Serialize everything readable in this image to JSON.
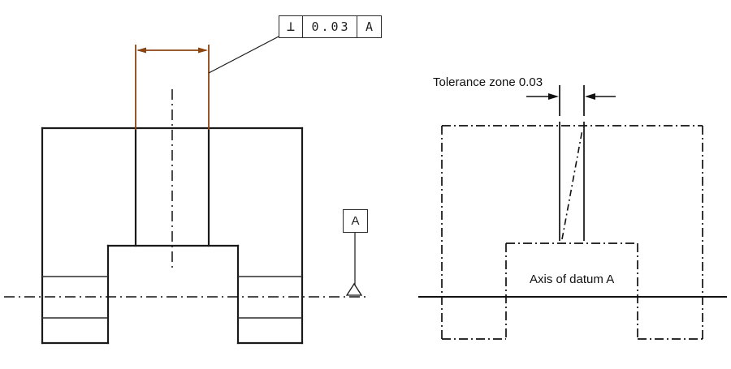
{
  "left_view": {
    "fcf": {
      "symbol": "⊥",
      "tolerance": "0.03",
      "datum": "A"
    },
    "datum_flag": {
      "label": "A"
    }
  },
  "right_view": {
    "tolerance_zone_label": "Tolerance zone 0.03",
    "axis_label": "Axis of datum A"
  },
  "colors": {
    "line": "#1a1a1a",
    "dimension": "#8B4513"
  }
}
